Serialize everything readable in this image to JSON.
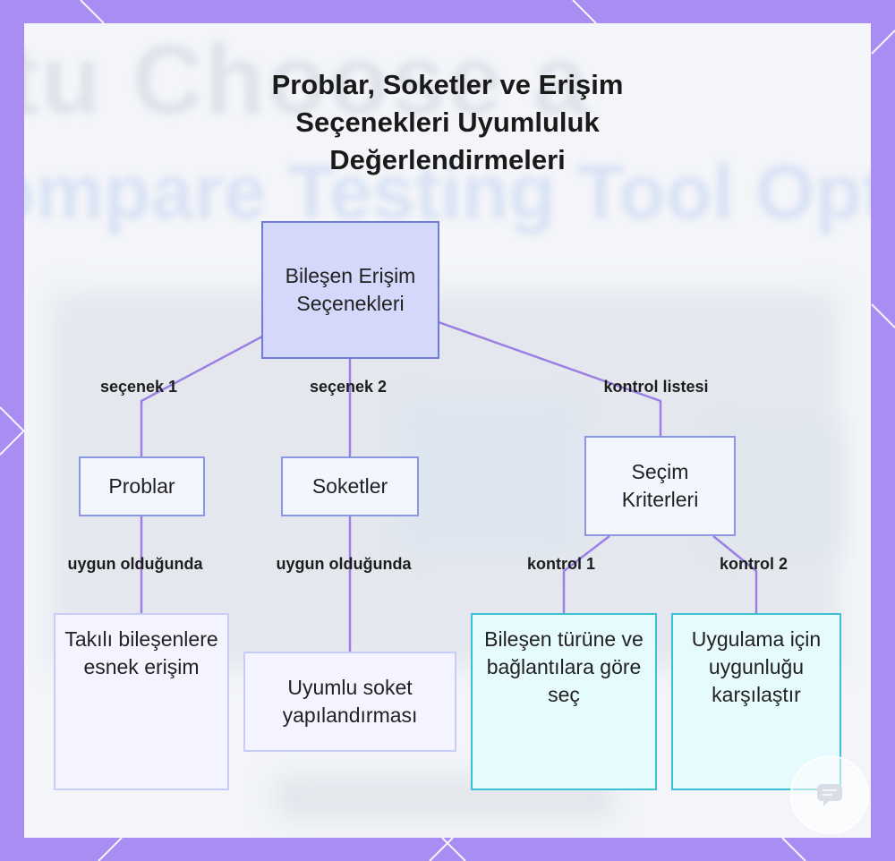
{
  "title": "Problar, Soketler ve Erişim Seçenekleri Uyumluluk Değerlendirmeleri",
  "background_text": {
    "line1": "tu Choose a",
    "line2": "ompare Testing Tool Opti"
  },
  "nodes": {
    "root": "Bileşen Erişim Seçenekleri",
    "probes": "Problar",
    "sockets": "Soketler",
    "criteria": "Seçim Kriterleri",
    "probes_leaf": "Takılı bileşenlere esnek erişim",
    "sockets_leaf": "Uyumlu soket yapılandırması",
    "criteria_leaf_1": "Bileşen türüne ve bağlantılara göre seç",
    "criteria_leaf_2": "Uygulama için uygunluğu karşılaştır"
  },
  "edge_labels": {
    "option1": "seçenek 1",
    "option2": "seçenek 2",
    "checklist": "kontrol listesi",
    "when_suitable_1": "uygun olduğunda",
    "when_suitable_2": "uygun olduğunda",
    "control1": "kontrol 1",
    "control2": "kontrol 2"
  },
  "colors": {
    "frame": "#a98df2",
    "edge": "#9b7fe3",
    "root_fill": "#d4d8fb",
    "cyan_border": "#3dbfd3"
  },
  "icons": [
    "chat-bubble-icon"
  ]
}
